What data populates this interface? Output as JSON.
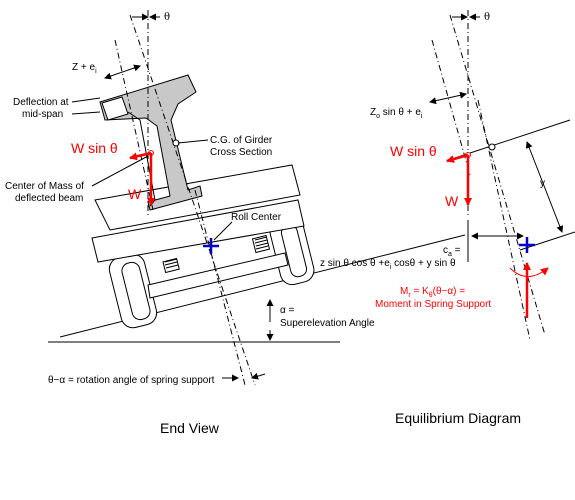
{
  "colors": {
    "force": "#ff0000",
    "roll_center": "#0000cc",
    "girder_fill": "#c8c8c8",
    "line": "#000000"
  },
  "end_view": {
    "caption": "End View",
    "theta": "θ",
    "z_plus_ei": "Z + e",
    "z_plus_ei_sub": "i",
    "deflection_line1": "Deflection at",
    "deflection_line2": "mid-span",
    "w_sin_theta": "W sin θ",
    "w": "W",
    "com_line1": "Center of Mass of",
    "com_line2": "deflected beam",
    "cg_line1": "C.G. of Girder",
    "cg_line2": "Cross Section",
    "roll_center": "Roll Center",
    "alpha_eq": "α =",
    "superelevation": "Superelevation Angle",
    "rotation_angle": "θ−α = rotation angle of spring support"
  },
  "equilibrium": {
    "caption": "Equilibrium Diagram",
    "theta": "θ",
    "zo_label": "Z",
    "zo_sub": "o",
    "zo_rest": " sin θ + e",
    "zo_sub2": "i",
    "w_sin_theta": "W sin θ",
    "w": "W",
    "y": "y",
    "ca_label": "c",
    "ca_sub": "a",
    "ca_eq": " =",
    "expression": "z sin θ cos θ +e",
    "expression_sub": "i",
    "expression_rest": " cosθ + y sin θ",
    "mr_label": "M",
    "mr_sub": "r",
    "mr_rest": " = K",
    "mr_sub2": "θ",
    "mr_rest2": "(θ−α) =",
    "moment": "Moment in Spring Support"
  }
}
